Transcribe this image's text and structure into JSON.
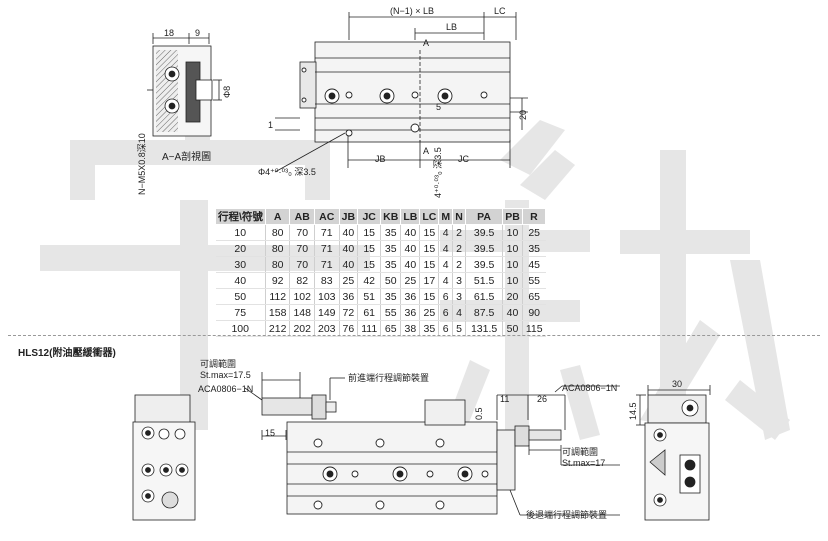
{
  "top": {
    "label_18": "18",
    "label_9": "9",
    "label_phi8": "Φ8",
    "label_n_m5": "N−M5X0.8深10",
    "section_caption": "A−A剖視圖",
    "label_nlb": "(N−1) × LB",
    "label_lc": "LC",
    "label_lb": "LB",
    "label_a_top": "A",
    "label_5": "5",
    "label_20": "20",
    "label_1": "1",
    "label_jb": "JB",
    "label_a_bottom": "A",
    "label_jc": "JC",
    "label_pin_hole": "Φ4⁺⁰·⁰³₀ 深3.5",
    "label_slot": "4⁺⁰·⁰³₀ 深3.5"
  },
  "table": {
    "headers": [
      "行程\\符號",
      "A",
      "AB",
      "AC",
      "JB",
      "JC",
      "KB",
      "LB",
      "LC",
      "M",
      "N",
      "PA",
      "PB",
      "R"
    ],
    "rows": [
      [
        "10",
        "80",
        "70",
        "71",
        "40",
        "15",
        "35",
        "40",
        "15",
        "4",
        "2",
        "39.5",
        "10",
        "25"
      ],
      [
        "20",
        "80",
        "70",
        "71",
        "40",
        "15",
        "35",
        "40",
        "15",
        "4",
        "2",
        "39.5",
        "10",
        "35"
      ],
      [
        "30",
        "80",
        "70",
        "71",
        "40",
        "15",
        "35",
        "40",
        "15",
        "4",
        "2",
        "39.5",
        "10",
        "45"
      ],
      [
        "40",
        "92",
        "82",
        "83",
        "25",
        "42",
        "50",
        "25",
        "17",
        "4",
        "3",
        "51.5",
        "10",
        "55"
      ],
      [
        "50",
        "112",
        "102",
        "103",
        "36",
        "51",
        "35",
        "36",
        "15",
        "6",
        "3",
        "61.5",
        "20",
        "65"
      ],
      [
        "75",
        "158",
        "148",
        "149",
        "72",
        "61",
        "55",
        "36",
        "25",
        "6",
        "4",
        "87.5",
        "40",
        "90"
      ],
      [
        "100",
        "212",
        "202",
        "203",
        "76",
        "111",
        "65",
        "38",
        "35",
        "6",
        "5",
        "131.5",
        "50",
        "115"
      ]
    ]
  },
  "bottom": {
    "section_title": "HLS12(附油壓緩衝器)",
    "adj_range_left": "可調範圍",
    "st_max_left": "St.max=17.5",
    "aca_left": "ACA0806−1N",
    "label_15": "15",
    "front_adjust": "前進端行程調節裝置",
    "label_11": "11",
    "label_26": "26",
    "aca_right": "ACA0806−1N",
    "label_0_5": "0.5",
    "adj_range_right": "可調範圍",
    "st_max_right": "St.max=17",
    "rear_adjust": "後退端行程調節裝置",
    "label_30": "30",
    "label_14_5": "14.5"
  },
  "colors": {
    "watermark": "#e4e4e4",
    "line": "#222222",
    "body_fill": "#f4f4f4",
    "shade": "#9a9a9a",
    "header_bg": "#d3d3d3"
  }
}
